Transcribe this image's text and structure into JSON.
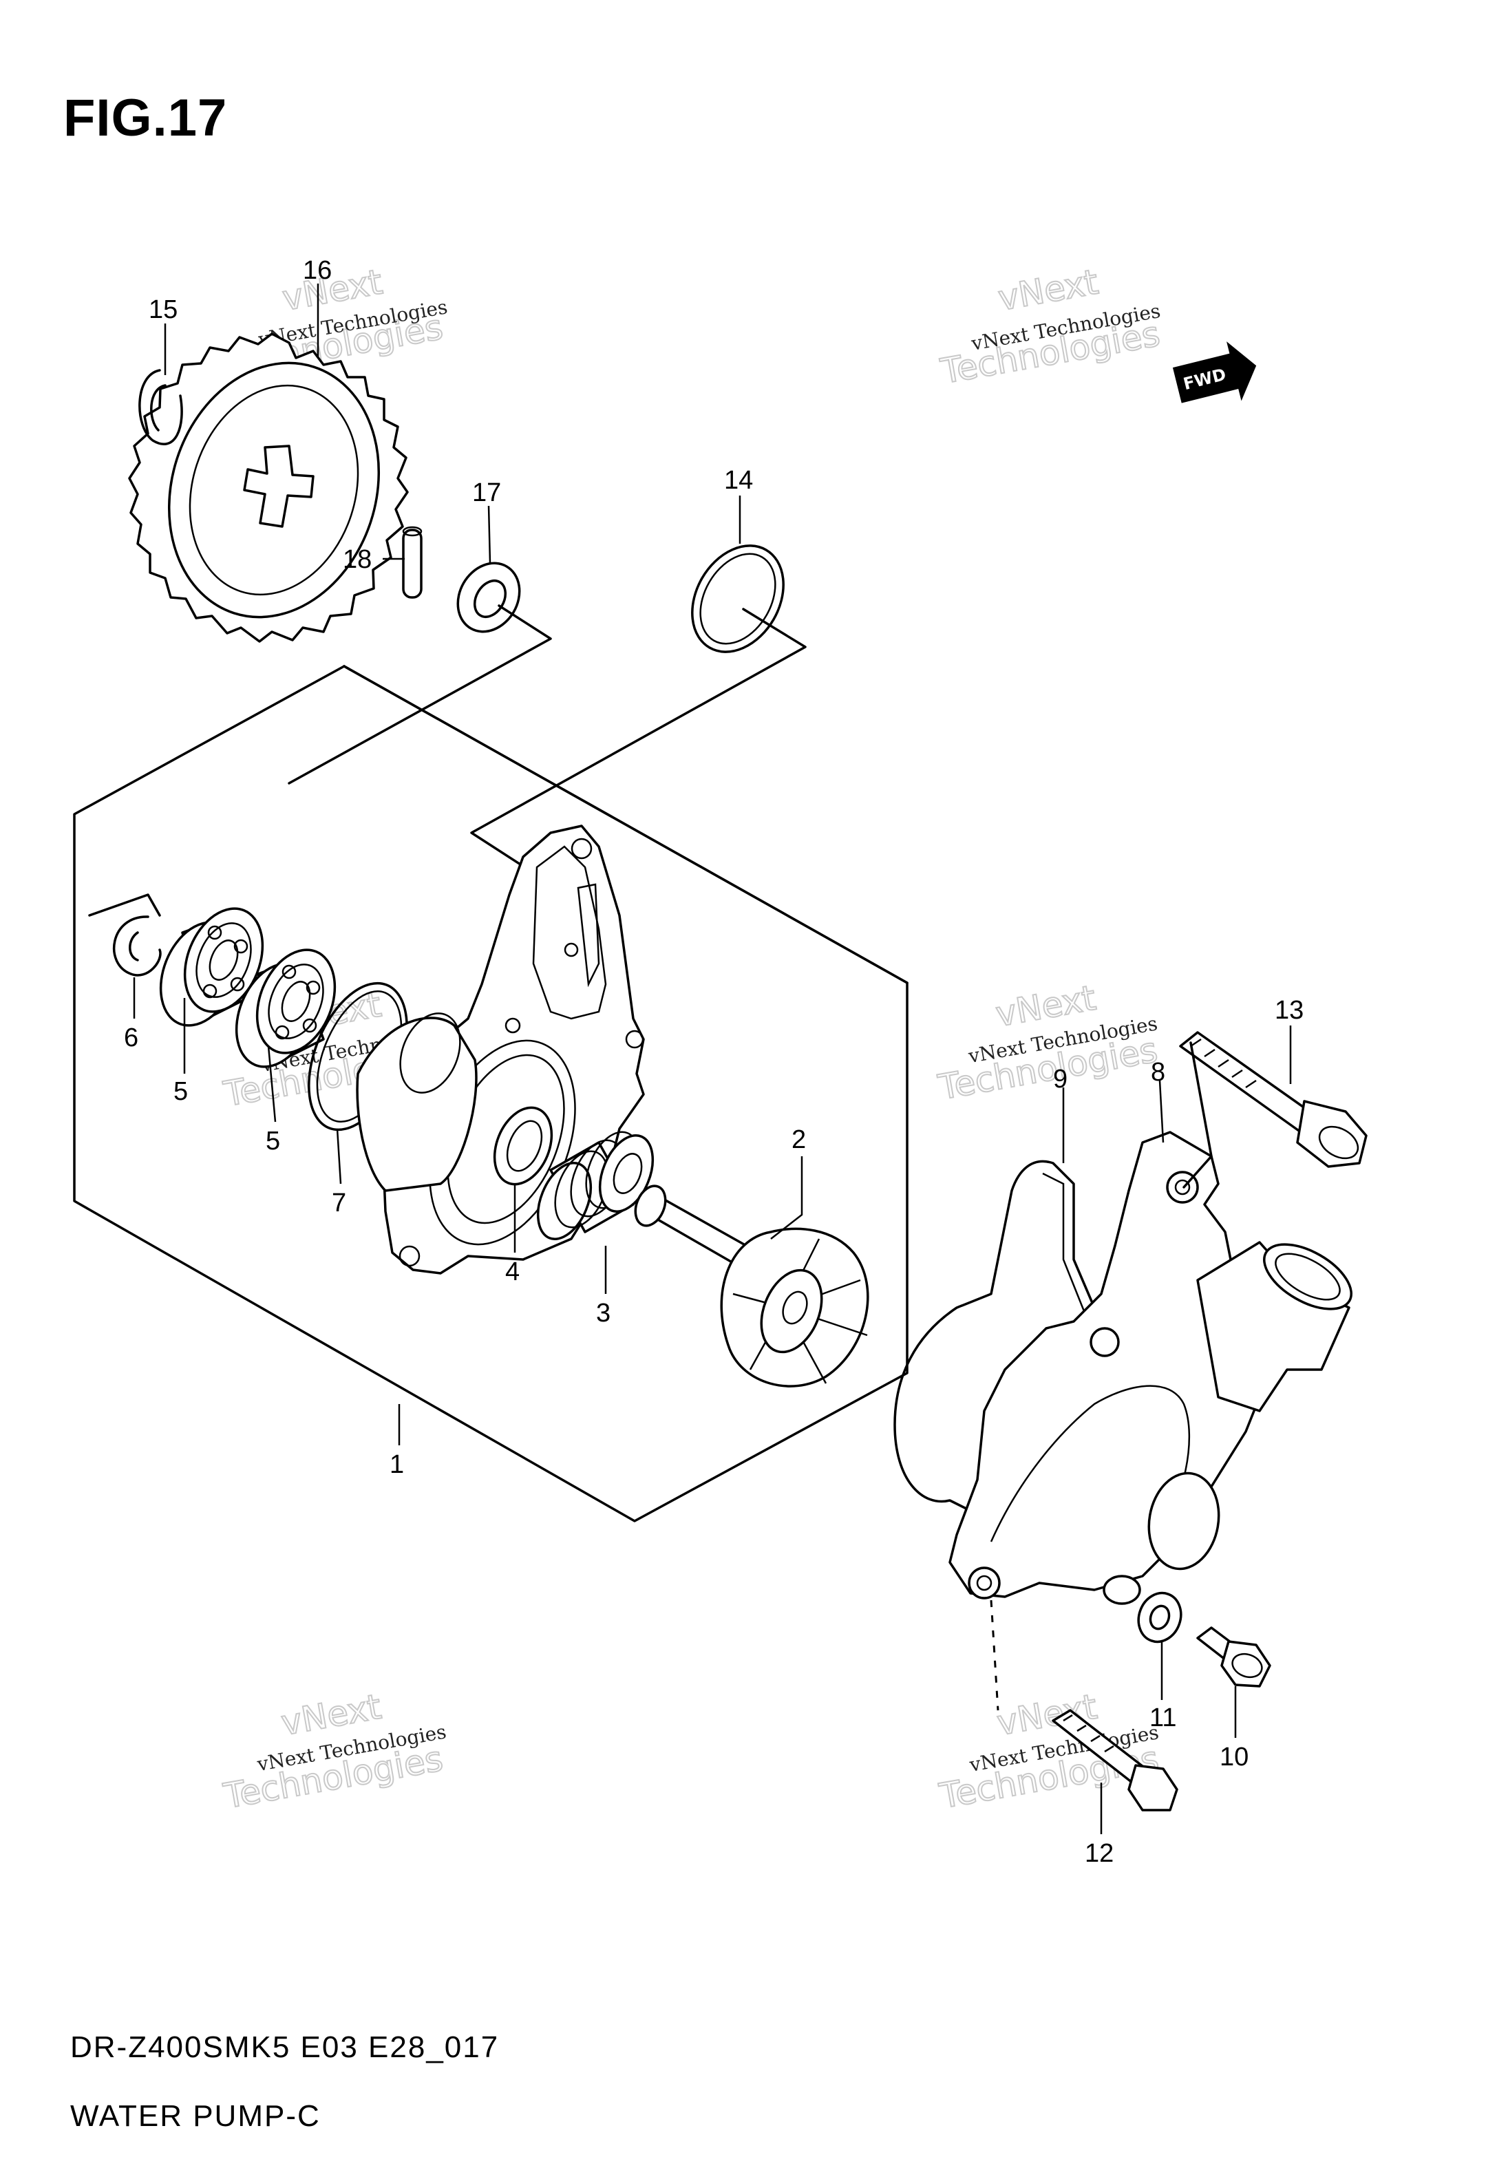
{
  "figure": {
    "title": "FIG.17",
    "code": "DR-Z400SMK5 E03 E28_017",
    "name": "WATER PUMP-C"
  },
  "fwd_label": "FWD",
  "callouts": [
    {
      "id": "c1",
      "label": "1"
    },
    {
      "id": "c2",
      "label": "2"
    },
    {
      "id": "c3",
      "label": "3"
    },
    {
      "id": "c4",
      "label": "4"
    },
    {
      "id": "c5a",
      "label": "5"
    },
    {
      "id": "c5b",
      "label": "5"
    },
    {
      "id": "c6",
      "label": "6"
    },
    {
      "id": "c7",
      "label": "7"
    },
    {
      "id": "c8",
      "label": "8"
    },
    {
      "id": "c9",
      "label": "9"
    },
    {
      "id": "c10",
      "label": "10"
    },
    {
      "id": "c11",
      "label": "11"
    },
    {
      "id": "c12",
      "label": "12"
    },
    {
      "id": "c13",
      "label": "13"
    },
    {
      "id": "c14",
      "label": "14"
    },
    {
      "id": "c15",
      "label": "15"
    },
    {
      "id": "c16",
      "label": "16"
    },
    {
      "id": "c17",
      "label": "17"
    },
    {
      "id": "c18",
      "label": "18"
    }
  ],
  "watermark": {
    "line1": "vNext Technologies",
    "big1": "vNext",
    "big2": "Technologies"
  }
}
